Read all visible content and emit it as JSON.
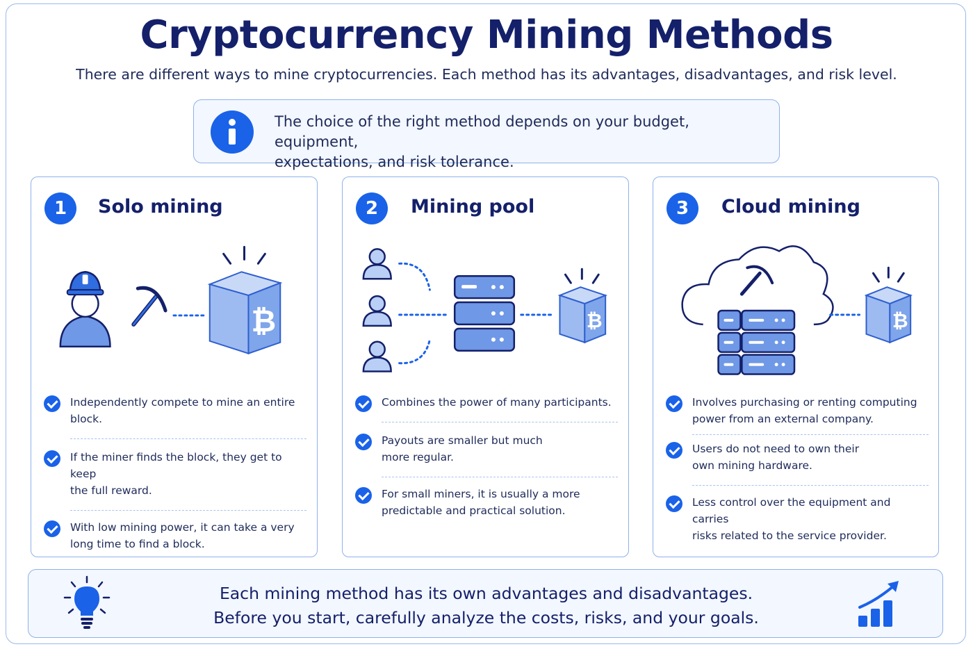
{
  "title": "Cryptocurrency Mining Methods",
  "subtitle": "There are different ways to mine cryptocurrencies. Each method has its advantages, disadvantages, and risk level.",
  "info": {
    "line1": "The choice of the right method depends on your budget, equipment,",
    "line2": "expectations, and risk tolerance.",
    "icon": "info-icon"
  },
  "cards": [
    {
      "number": "1",
      "title": "Solo mining",
      "bullets": [
        {
          "line1": "Independently compete to mine an entire block.",
          "line2": ""
        },
        {
          "line1": "If the miner finds the block, they get to keep",
          "line2": "the full reward."
        },
        {
          "line1": "With low mining power, it can take a very",
          "line2": "long time to find a block."
        }
      ]
    },
    {
      "number": "2",
      "title": "Mining pool",
      "bullets": [
        {
          "line1": "Combines the power of many participants.",
          "line2": ""
        },
        {
          "line1": "Payouts are smaller but much",
          "line2": "more regular."
        },
        {
          "line1": "For small miners, it is usually a more",
          "line2": "predictable and practical solution."
        }
      ]
    },
    {
      "number": "3",
      "title": "Cloud mining",
      "bullets": [
        {
          "line1": "Involves purchasing or renting computing",
          "line2": "power from an external company."
        },
        {
          "line1": "Users do not need to own their",
          "line2": "own mining hardware."
        },
        {
          "line1": "Less control over the equipment and carries",
          "line2": "risks related to the service provider."
        }
      ]
    }
  ],
  "bottom": {
    "line1": "Each mining method has its own advantages and disadvantages.",
    "line2": "Before you start, carefully analyze the costs, risks, and your goals."
  },
  "colors": {
    "accent": "#1a62e8",
    "title": "#14206a",
    "border": "#8fb1ea",
    "illustration_fill": "#a9c3f2"
  }
}
